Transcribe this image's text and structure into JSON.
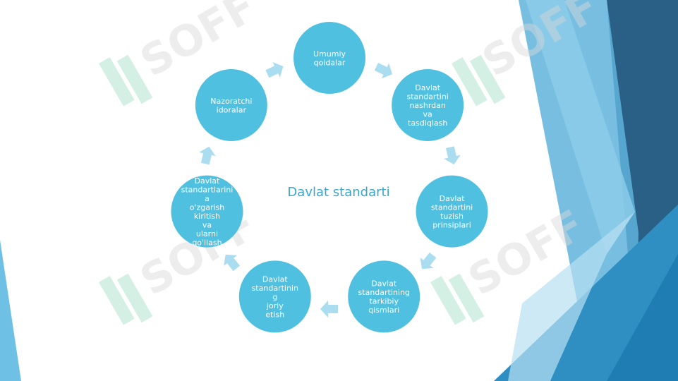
{
  "diagram": {
    "center_title": "Davlat standarti",
    "nodes": [
      {
        "lines": [
          "Umumiy",
          "qoidalar"
        ]
      },
      {
        "lines": [
          "Davlat",
          "standartini",
          "nashrdan",
          "va",
          "tasdiqlash"
        ]
      },
      {
        "lines": [
          "Davlat",
          "standartini",
          "tuzish",
          "prinsiplari"
        ]
      },
      {
        "lines": [
          "Davlat",
          "standartining",
          "tarkibiy",
          "qismlari"
        ]
      },
      {
        "lines": [
          "Davlat",
          "standartinin",
          "g",
          "joriy",
          "etish"
        ]
      },
      {
        "lines": [
          "Davlat",
          "standartlarini",
          "a",
          "o'zgarish",
          "kiritish",
          "va",
          "ularni",
          "qo'llash"
        ]
      },
      {
        "lines": [
          "Nazoratchi",
          "idoralar"
        ]
      }
    ]
  },
  "watermark": {
    "text": "SOFF"
  },
  "colors": {
    "node_fill": "#4fc0e0",
    "arrow_fill": "#a9ddef",
    "title": "#3aa6cf",
    "shape_dark": "#2a5f86",
    "shape_mid": "#2f8fc2",
    "shape_light": "#7fc6e6"
  }
}
